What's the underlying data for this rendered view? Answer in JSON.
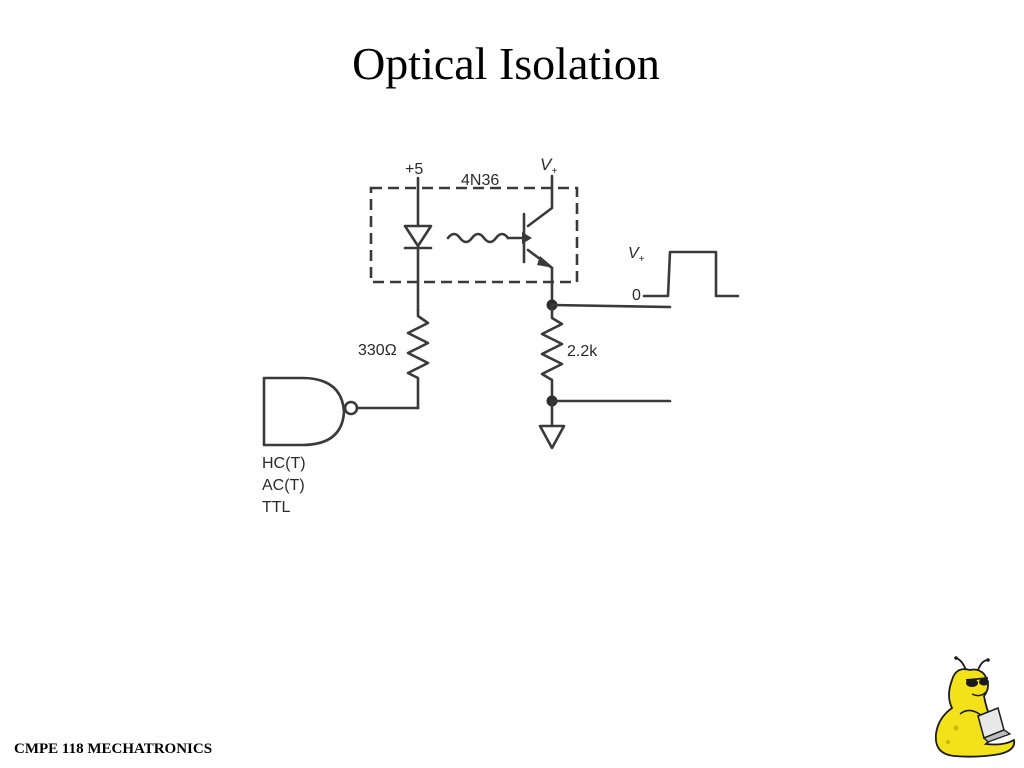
{
  "slide": {
    "title": "Optical Isolation",
    "footer": "CMPE 118 MECHATRONICS"
  },
  "diagram": {
    "supply_label": "+5",
    "part_label": "4N36",
    "vplus_label": "V",
    "vplus_sub": "+",
    "resistor_label": "330Ω",
    "pulldown_label": "2.2k",
    "wave_high_label": "V",
    "wave_high_sub": "+",
    "wave_low_label": "0",
    "logic_families": [
      "HC(T)",
      "AC(T)",
      "TTL"
    ]
  },
  "colors": {
    "ink": "#3a3a3a",
    "mascot_body": "#f3e21a",
    "mascot_outline": "#1a1a1a"
  },
  "icons": {
    "mascot": "banana-slug-mascot-icon"
  }
}
